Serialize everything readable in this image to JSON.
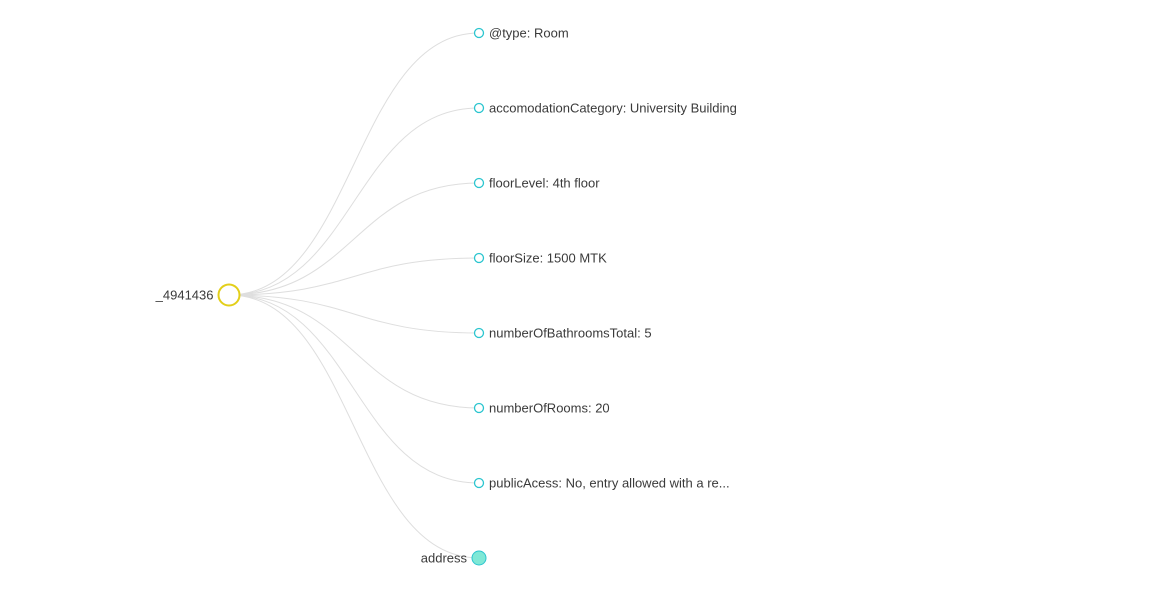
{
  "tree": {
    "root": {
      "label": "_4941436",
      "stroke_color": "#e3cf1a",
      "fill_color": "#ffffff"
    },
    "children": [
      {
        "label": "@type: Room",
        "kind": "leaf"
      },
      {
        "label": "accomodationCategory: University Building",
        "kind": "leaf"
      },
      {
        "label": "floorLevel: 4th floor",
        "kind": "leaf"
      },
      {
        "label": "floorSize: 1500 MTK",
        "kind": "leaf"
      },
      {
        "label": "numberOfBathroomsTotal: 5",
        "kind": "leaf"
      },
      {
        "label": "numberOfRooms: 20",
        "kind": "leaf"
      },
      {
        "label": "publicAcess: No, entry allowed with a re...",
        "kind": "leaf"
      },
      {
        "label": "address",
        "kind": "collapsed"
      }
    ],
    "colors": {
      "leaf_stroke": "#2bc5cf",
      "leaf_fill": "#ffffff",
      "collapsed_fill": "#7fe8d6",
      "collapsed_stroke": "#2bc5cf",
      "link": "#dedede",
      "label_text": "#3a3a3a"
    }
  }
}
